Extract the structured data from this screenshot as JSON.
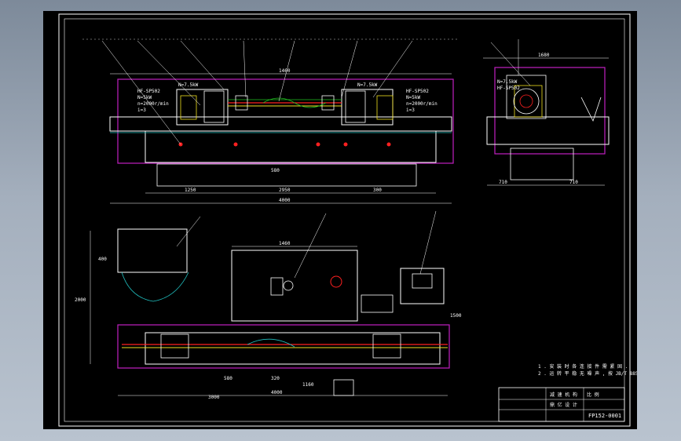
{
  "drawing_number": "FP152-0001",
  "title_block": {
    "name_label": "减 速 机 构",
    "scale_label": "比 例",
    "company": "鼎  亿 设 计"
  },
  "notes": {
    "line1": "1 . 安 装 时 各 连 接 件 需 紧 固 .",
    "line2": "2 . 运 转 平 稳 无 噪 声 , 按 JB/T 8854-2001"
  },
  "front_view": {
    "motor_left": {
      "line1": "HF-SP502",
      "line2": "N=5kW",
      "line3": "n=2000r/min",
      "line4": "i=3"
    },
    "motor_right": {
      "line1": "HF-SP502",
      "line2": "N=5kW",
      "line3": "n=2000r/min",
      "line4": "i=3"
    },
    "gearbox_label_left": "N=7.5kW",
    "gearbox_label_right": "N=7.5kW",
    "dims": {
      "d1": "2950",
      "d2": "1460",
      "d3": "580",
      "d4": "4000",
      "d5": "1250",
      "d6": "300"
    }
  },
  "side_view": {
    "motor_label": "N=7.5kW",
    "motor_label2": "HF-SP502",
    "dims": {
      "w1": "1680",
      "w2": "710",
      "w3": "710"
    }
  },
  "plan_view": {
    "dims": {
      "d1": "1460",
      "d2": "2000",
      "d3": "4000",
      "d4": "1500",
      "d5": "580",
      "d6": "320",
      "d7": "1160",
      "d8": "400",
      "d9": "3000"
    }
  },
  "colors": {
    "paper": "#000000",
    "line": "#ffffff",
    "magenta": "#c020c0",
    "red": "#ff2020",
    "green": "#20c020",
    "yellow": "#f0e020",
    "cyan": "#20c0c0"
  }
}
